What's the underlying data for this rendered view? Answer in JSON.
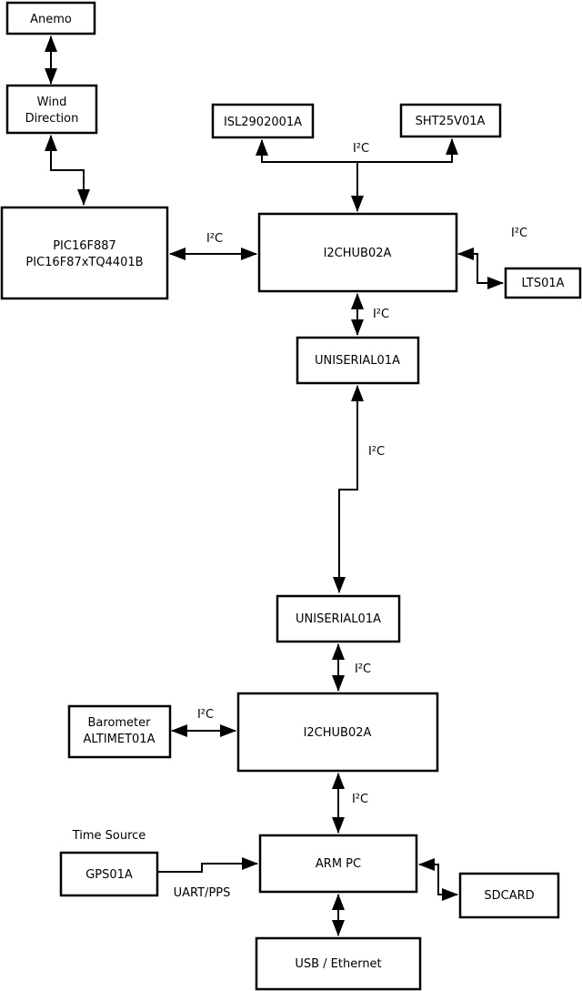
{
  "diagram": {
    "boxes": {
      "anemo": {
        "lines": [
          "Anemo"
        ]
      },
      "wind_direction": {
        "lines": [
          "Wind",
          "Direction"
        ]
      },
      "pic": {
        "lines": [
          "PIC16F887",
          "PIC16F87xTQ4401B"
        ]
      },
      "isl": {
        "lines": [
          "ISL2902001A"
        ]
      },
      "sht": {
        "lines": [
          "SHT25V01A"
        ]
      },
      "i2c_hub_top": {
        "lines": [
          "I2CHUB02A"
        ]
      },
      "lts": {
        "lines": [
          "LTS01A"
        ]
      },
      "uniserial_top": {
        "lines": [
          "UNISERIAL01A"
        ]
      },
      "uniserial_bottom": {
        "lines": [
          "UNISERIAL01A"
        ]
      },
      "i2c_hub_bottom": {
        "lines": [
          "I2CHUB02A"
        ]
      },
      "barometer": {
        "lines": [
          "Barometer",
          "ALTIMET01A"
        ]
      },
      "gps": {
        "lines": [
          "GPS01A"
        ]
      },
      "arm_pc": {
        "lines": [
          "ARM PC"
        ]
      },
      "sdcard": {
        "lines": [
          "SDCARD"
        ]
      },
      "usb_ethernet": {
        "lines": [
          "USB / Ethernet"
        ]
      }
    },
    "edge_labels": {
      "i2c": "I²C",
      "uart_pps": "UART/PPS",
      "time_source": "Time Source"
    },
    "colors": {
      "line": "#000000",
      "box_fill": "#ffffff",
      "text": "#000000",
      "background": "#ffffff"
    }
  }
}
